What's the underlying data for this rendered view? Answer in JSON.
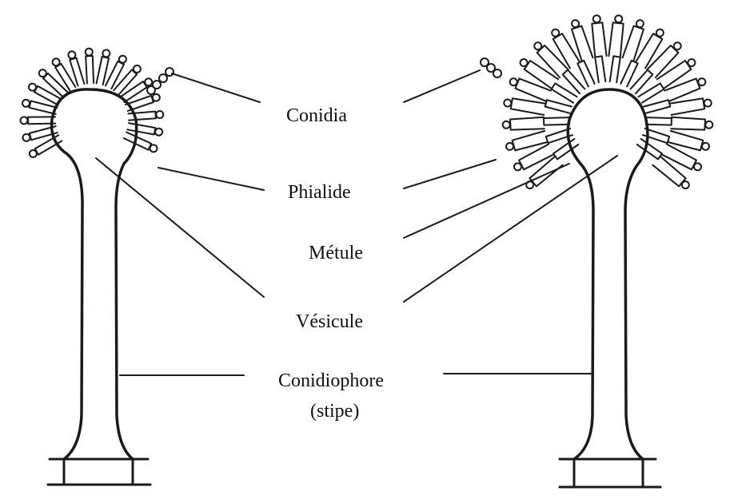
{
  "labels": {
    "conidia": "Conidia",
    "phialide": "Phialide",
    "metule": "Métule",
    "vesicule": "Vésicule",
    "conidiophore": "Conidiophore",
    "stipe": "(stipe)"
  },
  "colors": {
    "ink": "#1a1a1a",
    "background": "#ffffff"
  }
}
